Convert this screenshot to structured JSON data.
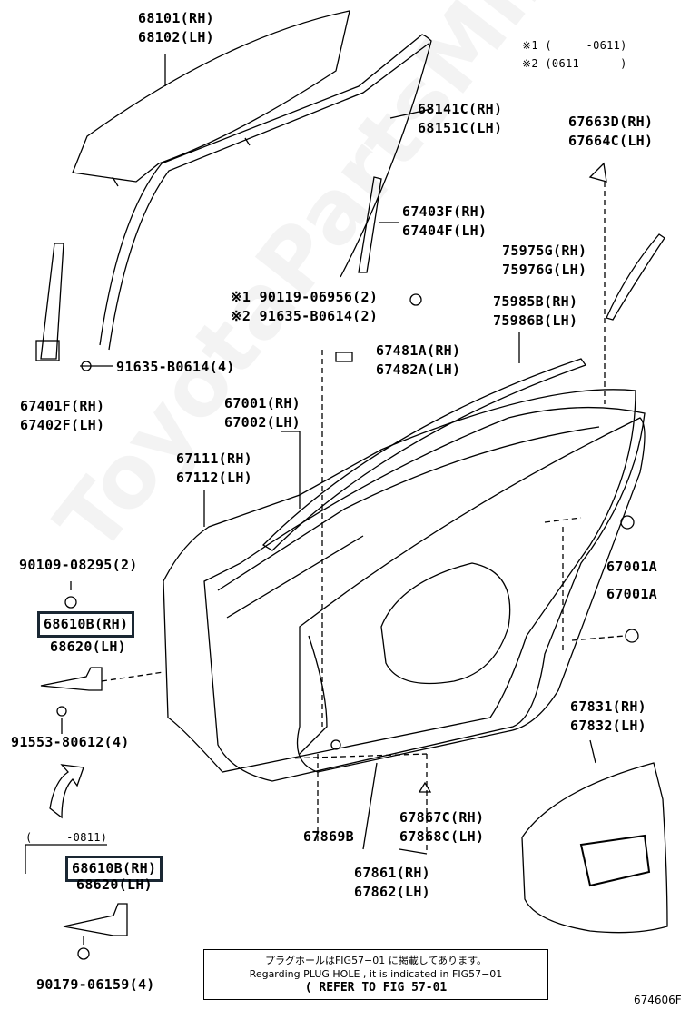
{
  "notes": {
    "variant1": "※1 (     -0611)",
    "variant2": "※2 (0611-     )"
  },
  "parts": {
    "p68101": "68101(RH)",
    "p68102": "68102(LH)",
    "p68141c": "68141C(RH)",
    "p68151c": "68151C(LH)",
    "p67663d": "67663D(RH)",
    "p67664c": "67664C(LH)",
    "p67403f": "67403F(RH)",
    "p67404f": "67404F(LH)",
    "p75975g": "75975G(RH)",
    "p75976g": "75976G(LH)",
    "p90119": "※1 90119-06956(2)",
    "p91635a": "※2 91635-B0614(2)",
    "p75985b": "75985B(RH)",
    "p75986b": "75986B(LH)",
    "p91635b": "91635-B0614(4)",
    "p67481a": "67481A(RH)",
    "p67482a": "67482A(LH)",
    "p67401f": "67401F(RH)",
    "p67402f": "67402F(LH)",
    "p67001": "67001(RH)",
    "p67002": "67002(LH)",
    "p67111": "67111(RH)",
    "p67112": "67112(LH)",
    "p90109": "90109-08295(2)",
    "p67001a_1": "67001A",
    "p67001a_2": "67001A",
    "p68610b": "68610B(RH)",
    "p68620": "68620(LH)",
    "p91553": "91553-80612(4)",
    "p67831": "67831(RH)",
    "p67832": "67832(LH)",
    "p67867c": "67867C(RH)",
    "p67868c": "67868C(LH)",
    "p67869b": "67869B",
    "p67861": "67861(RH)",
    "p67862": "67862(LH)",
    "range0811": "(     -0811)",
    "p68610b_alt": "68610B(RH)",
    "p68620_alt": "68620(LH)",
    "p90179": "90179-06159(4)"
  },
  "footnote": {
    "japanese": "プラグホールはFIG57−01 に掲載してあります。",
    "english": "Regarding PLUG HOLE , it is indicated in FIG57−01",
    "refer": "( REFER TO FIG 57-01"
  },
  "doc_id": "674606F",
  "watermark": "ToyotaPartsMine.ru"
}
